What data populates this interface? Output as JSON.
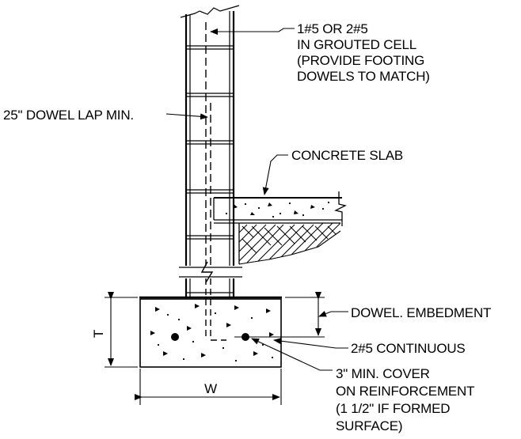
{
  "diagram": {
    "colors": {
      "ink": "#000000",
      "paper": "#ffffff"
    },
    "labels": {
      "rebar": [
        "1#5 OR 2#5",
        "IN GROUTED CELL",
        "(PROVIDE FOOTING",
        "DOWELS TO MATCH)"
      ],
      "dowel_lap": "25\" DOWEL LAP MIN.",
      "slab": "CONCRETE SLAB",
      "embedment": "DOWEL. EMBEDMENT",
      "continuous": "2#5 CONTINUOUS",
      "cover": [
        "3\" MIN. COVER",
        "ON REINFORCEMENT",
        "(1 1/2\" IF FORMED",
        "SURFACE)"
      ]
    },
    "dimensions": {
      "thickness": "T",
      "width": "W"
    }
  }
}
